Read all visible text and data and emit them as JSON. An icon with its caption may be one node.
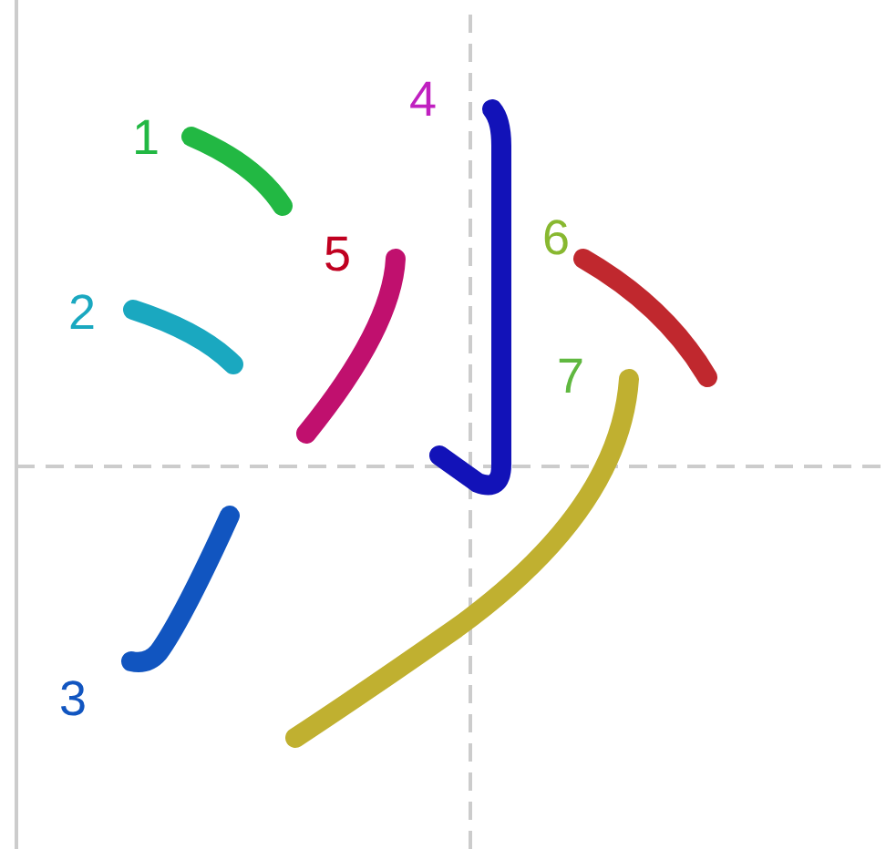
{
  "diagram": {
    "labels": [
      "1",
      "2",
      "3",
      "4",
      "5",
      "6",
      "7"
    ]
  }
}
